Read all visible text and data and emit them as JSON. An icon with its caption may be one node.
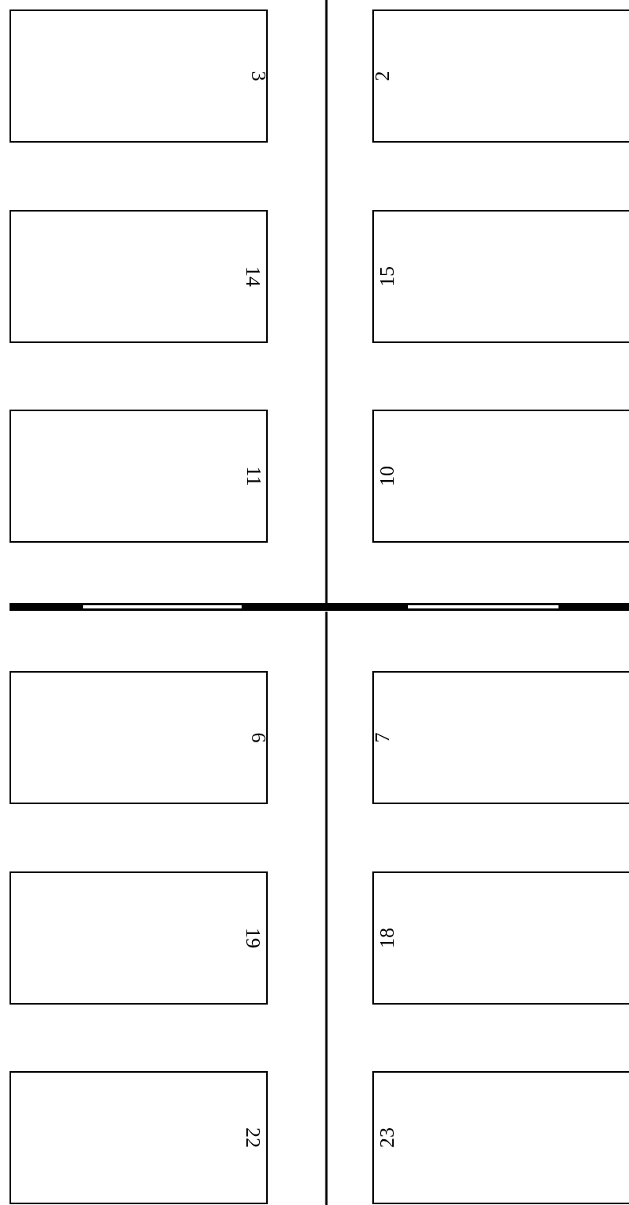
{
  "diagram": {
    "nodes": [
      {
        "text": [
          "3"
        ]
      },
      {
        "text": [
          "2"
        ]
      },
      {
        "text": [
          "14"
        ]
      },
      {
        "text": [
          "15"
        ]
      },
      {
        "text": [
          "11"
        ]
      },
      {
        "text": [
          "10"
        ]
      },
      {
        "text": [
          "6"
        ]
      },
      {
        "text": [
          "7"
        ]
      },
      {
        "text": [
          "19"
        ]
      },
      {
        "text": [
          "18"
        ]
      },
      {
        "text": [
          "22"
        ]
      },
      {
        "text": [
          "23"
        ]
      }
    ],
    "edges": []
  }
}
